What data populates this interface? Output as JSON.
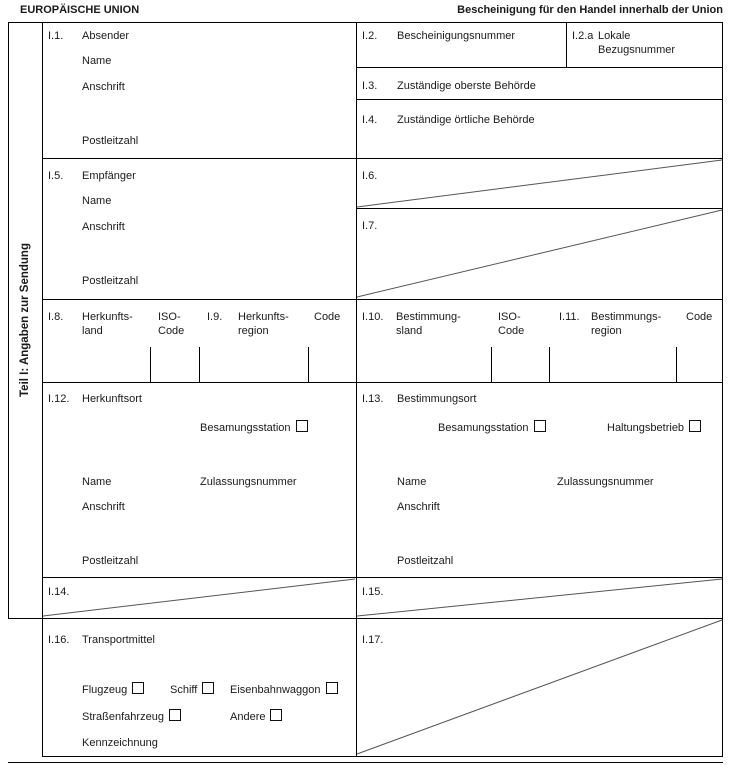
{
  "header": {
    "org": "EUROPÄISCHE UNION",
    "title": "Bescheinigung für den Handel innerhalb der Union"
  },
  "sidebar": {
    "title": "Teil I: Angaben zur Sendung"
  },
  "colors": {
    "border": "#000000",
    "diagonal": "#555555",
    "text": "#1a1a1a"
  },
  "cells": {
    "i1": {
      "num": "I.1.",
      "label": "Absender",
      "name": "Name",
      "address": "Anschrift",
      "postcode": "Postleitzahl"
    },
    "i2": {
      "num": "I.2.",
      "label": "Bescheinigungsnummer"
    },
    "i2a": {
      "num": "I.2.a",
      "label": "Lokale Bezugsnummer"
    },
    "i3": {
      "num": "I.3.",
      "label": "Zuständige oberste Behörde"
    },
    "i4": {
      "num": "I.4.",
      "label": "Zuständige örtliche Behörde"
    },
    "i5": {
      "num": "I.5.",
      "label": "Empfänger",
      "name": "Name",
      "address": "Anschrift",
      "postcode": "Postleitzahl"
    },
    "i6": {
      "num": "I.6."
    },
    "i7": {
      "num": "I.7."
    },
    "i8": {
      "num": "I.8.",
      "label": "Herkunfts-land",
      "iso": "ISO-Code"
    },
    "i9": {
      "num": "I.9.",
      "label": "Herkunfts-region",
      "code": "Code"
    },
    "i10": {
      "num": "I.10.",
      "label": "Bestimmung-sland",
      "iso": "ISO-Code"
    },
    "i11": {
      "num": "I.11.",
      "label": "Bestimmungs-region",
      "code": "Code"
    },
    "i12": {
      "num": "I.12.",
      "label": "Herkunftsort",
      "checkbox": "Besamungsstation",
      "name": "Name",
      "approval": "Zulassungsnummer",
      "address": "Anschrift",
      "postcode": "Postleitzahl"
    },
    "i13": {
      "num": "I.13.",
      "label": "Bestimmungsort",
      "checkbox1": "Besamungsstation",
      "checkbox2": "Haltungsbetrieb",
      "name": "Name",
      "approval": "Zulassungsnummer",
      "address": "Anschrift",
      "postcode": "Postleitzahl"
    },
    "i14": {
      "num": "I.14."
    },
    "i15": {
      "num": "I.15."
    },
    "i16": {
      "num": "I.16.",
      "label": "Transportmittel",
      "options": [
        "Flugzeug",
        "Schiff",
        "Eisenbahnwaggon",
        "Straßenfahrzeug",
        "Andere"
      ],
      "marking": "Kennzeichnung"
    },
    "i17": {
      "num": "I.17."
    }
  }
}
